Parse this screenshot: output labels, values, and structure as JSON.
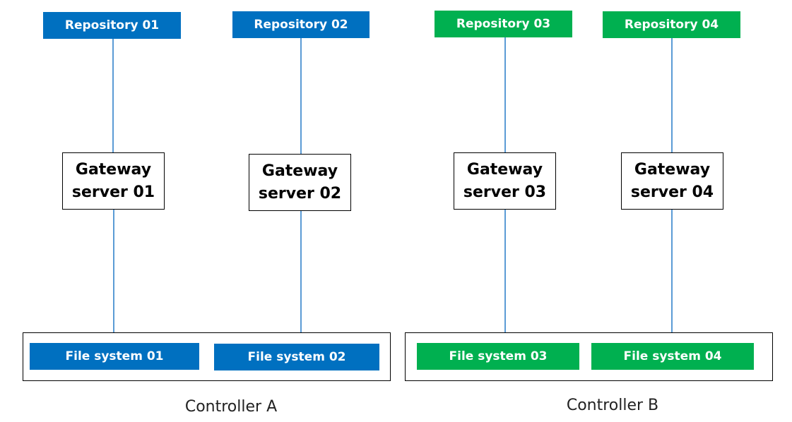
{
  "colors": {
    "blue": "#0070c0",
    "green": "#00b050",
    "connector": "#5b9bd5"
  },
  "repositories": [
    {
      "label": "Repository 01",
      "color": "blue"
    },
    {
      "label": "Repository 02",
      "color": "blue"
    },
    {
      "label": "Repository 03",
      "color": "green"
    },
    {
      "label": "Repository 04",
      "color": "green"
    }
  ],
  "gateways": [
    {
      "line1": "Gateway",
      "line2": "server 01"
    },
    {
      "line1": "Gateway",
      "line2": "server 02"
    },
    {
      "line1": "Gateway",
      "line2": "server 03"
    },
    {
      "line1": "Gateway",
      "line2": "server 04"
    }
  ],
  "file_systems": [
    {
      "label": "File system 01",
      "color": "blue"
    },
    {
      "label": "File system 02",
      "color": "blue"
    },
    {
      "label": "File system 03",
      "color": "green"
    },
    {
      "label": "File system 04",
      "color": "green"
    }
  ],
  "controllers": [
    {
      "label": "Controller A"
    },
    {
      "label": "Controller B"
    }
  ]
}
